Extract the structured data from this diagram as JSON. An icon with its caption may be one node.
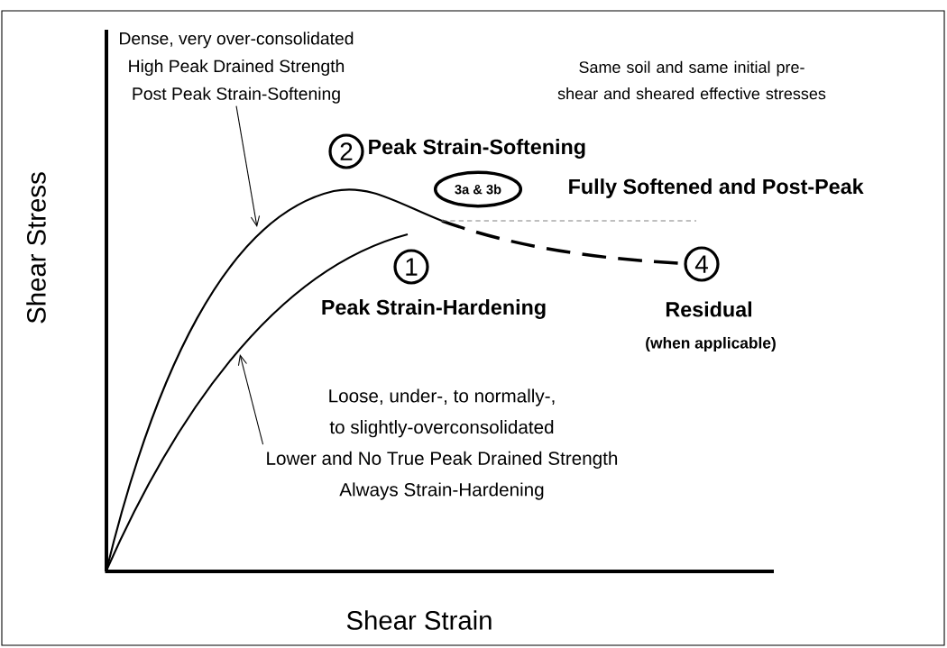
{
  "diagram": {
    "nodes": [
      {
        "text": [
          "Dense, very over-consolidated",
          "High Peak Drained Strength",
          "Post Peak Strain-Softening"
        ]
      },
      {
        "text": [
          "Loose, under-, to normally-,",
          "to slightly-overconsolidated",
          "Lower and No True Peak Drained Strength",
          "Always Strain-Hardening"
        ]
      },
      {
        "text": [
          "2"
        ],
        "beside": [
          "Peak Strain-Softening"
        ]
      },
      {
        "text": [
          "3a & 3b"
        ],
        "beside": [
          "Fully Softened and Post-Peak"
        ]
      },
      {
        "text": [
          "1"
        ],
        "beside": [
          "Peak Strain-Hardening"
        ]
      },
      {
        "text": [
          "4"
        ],
        "beside": [
          "Residual",
          "(when applicable)"
        ]
      }
    ],
    "edges": [
      {
        "from": 0,
        "to": null,
        "arrow": "to"
      },
      {
        "from": 1,
        "to": null,
        "arrow": "to"
      }
    ],
    "labels": [
      "Same soil and same initial pre-shear and sheared effective stresses",
      "Shear Stress",
      "Shear Strain"
    ]
  }
}
